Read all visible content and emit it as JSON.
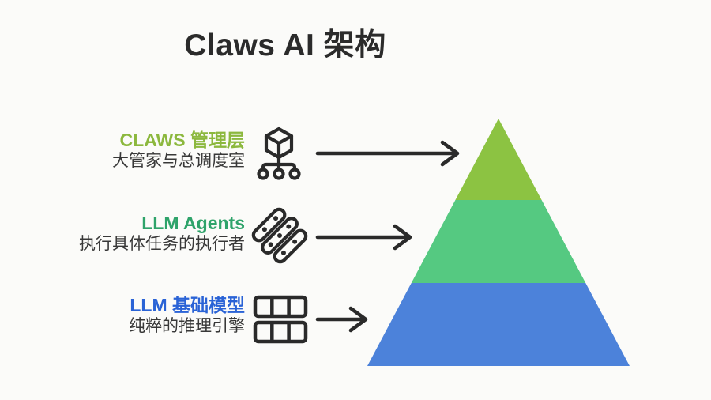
{
  "title": "Claws AI 架构",
  "colors": {
    "background": "#fbfbf9",
    "title": "#2b2b2b",
    "arrow": "#2a2a2a",
    "icon_stroke": "#2a2a2a"
  },
  "layers": [
    {
      "heading": "CLAWS 管理层",
      "heading_color": "#8cb83e",
      "subtitle": "大管家与总调度室",
      "icon": "cube-hierarchy-icon",
      "pyramid_color": "#8cc342",
      "pyramid_position": "top"
    },
    {
      "heading": "LLM Agents",
      "heading_color": "#2ea36a",
      "subtitle": "执行具体任务的执行者",
      "icon": "agent-capsules-icon",
      "pyramid_color": "#55c981",
      "pyramid_position": "middle"
    },
    {
      "heading": "LLM 基础模型",
      "heading_color": "#2a63d6",
      "subtitle": "纯粹的推理引擎",
      "icon": "layer-grid-icon",
      "pyramid_color": "#4c82da",
      "pyramid_position": "bottom"
    }
  ]
}
